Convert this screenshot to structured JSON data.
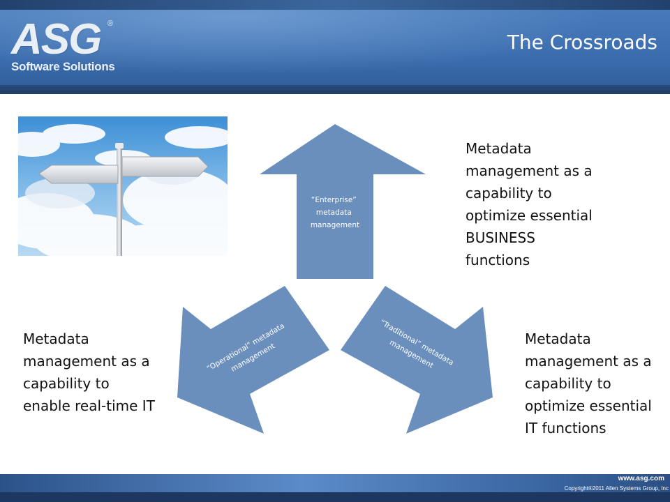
{
  "header": {
    "logo_text": "ASG",
    "logo_registered": "®",
    "logo_subtitle": "Software Solutions",
    "title": "The Crossroads"
  },
  "arrows": {
    "up": [
      "“Enterprise”",
      "metadata",
      "management"
    ],
    "left": [
      "“Operational” metadata",
      "management"
    ],
    "right": [
      "“Traditional” metadata",
      "management"
    ]
  },
  "captions": {
    "top": "Metadata management as a capability to optimize essential BUSINESS functions",
    "left": "Metadata management as a capability to enable real-time IT",
    "right": "Metadata management as a capability to optimize essential IT functions"
  },
  "footer": {
    "url": "www.asg.com",
    "copyright": "Copyright®2011 Allen Systems Group, Inc"
  },
  "colors": {
    "arrow_fill": "#6b8fbd",
    "header_blue": "#3d6fb0"
  }
}
